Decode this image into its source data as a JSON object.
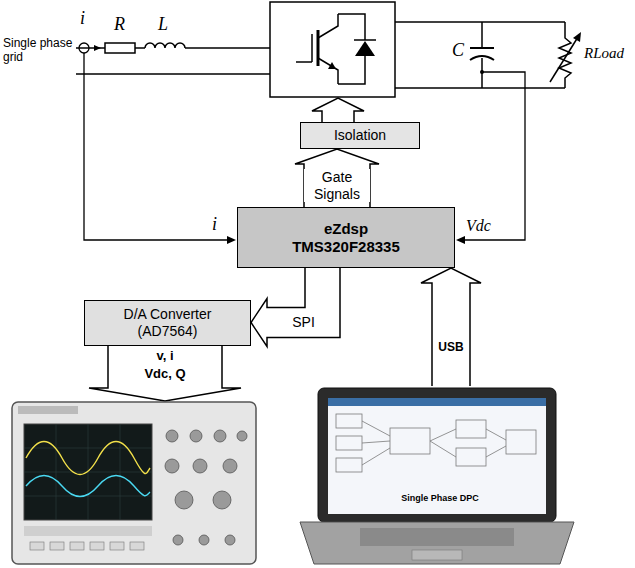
{
  "diagram": {
    "nodes": [
      {
        "text": [
          "Isolation"
        ]
      },
      {
        "text": [
          "eZdsp",
          "TMS320F28335"
        ]
      },
      {
        "text": [
          "D/A Converter (AD7564)"
        ]
      }
    ],
    "edges": [
      {
        "from": 1,
        "to": 0,
        "arrow": "to",
        "label": "Gate Signals"
      },
      {
        "from": 1,
        "to": 2,
        "arrow": "to",
        "label": "SPI"
      }
    ],
    "labels": [
      "Single phase grid",
      "i",
      "R",
      "L",
      "C",
      "RLoad",
      "i",
      "Vdc",
      "v, i",
      "Vdc, Q",
      "USB",
      "Single Phase DPC"
    ]
  }
}
